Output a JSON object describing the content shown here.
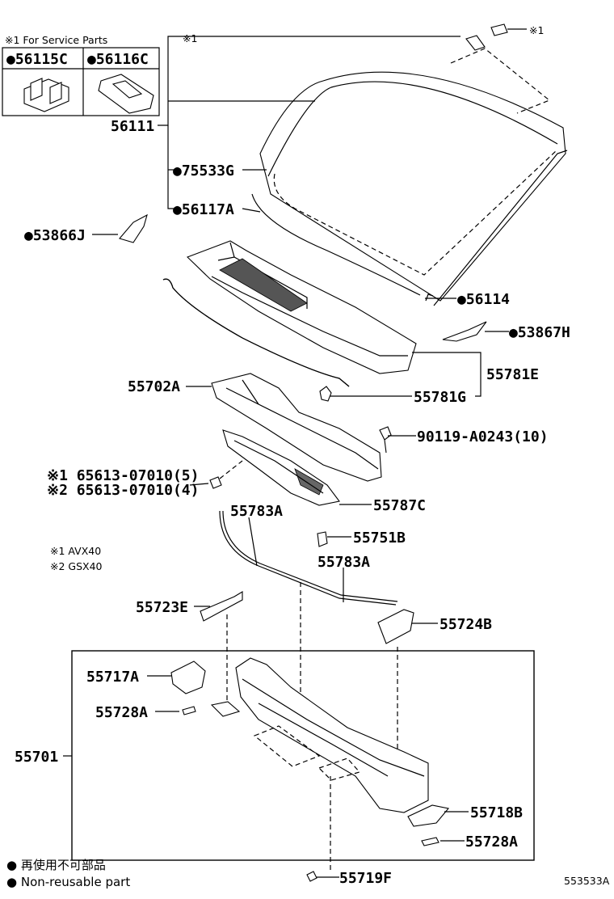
{
  "service_note": {
    "title": "※1 For Service Parts",
    "cells": [
      "●56115C",
      "●56116C"
    ]
  },
  "parts": {
    "p56111": "56111",
    "p75533g": "●75533G",
    "p56117a": "●56117A",
    "p53866j": "●53866J",
    "p56114": "●56114",
    "p53867h": "●53867H",
    "p55781e": "55781E",
    "p55781g": "55781G",
    "p55702a": "55702A",
    "p90119": "90119-A0243(10)",
    "p65613_1": "※1 65613-07010(5)",
    "p65613_2": "※2 65613-07010(4)",
    "p55787c": "55787C",
    "p55783a_top": "55783A",
    "p55751b": "55751B",
    "p55783a_mid": "55783A",
    "p55723e": "55723E",
    "p55724b": "55724B",
    "p55717a": "55717A",
    "p55728a_left": "55728A",
    "p55701": "55701",
    "p55718b": "55718B",
    "p55728a_right": "55728A",
    "p55719f": "55719F",
    "mark1_top": "※1",
    "mark1_right": "※1"
  },
  "models": {
    "m1": "※1 AVX40",
    "m2": "※2 GSX40"
  },
  "legend": {
    "jp": "● 再使用不可部品",
    "en": "● Non-reusable part"
  },
  "figure_id": "553533A"
}
